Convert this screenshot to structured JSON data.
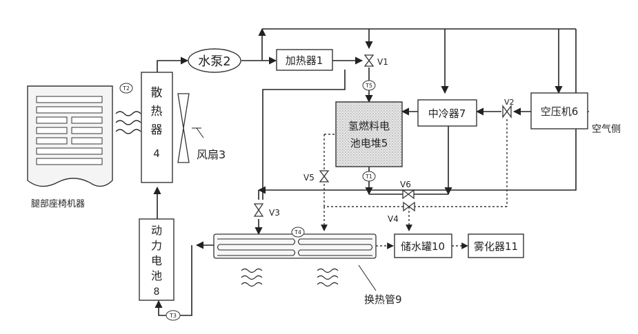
{
  "components": {
    "heater": "加热器1",
    "water_pump": "水泵2",
    "fan": "风扇3",
    "radiator": [
      "散",
      "热",
      "器",
      "4"
    ],
    "fuel_cell": [
      "氢燃料电",
      "池电堆5"
    ],
    "compressor": "空压机6",
    "intercooler": "中冷器7",
    "battery": [
      "动",
      "力",
      "电",
      "池",
      "8"
    ],
    "heat_exchanger": "换热管9",
    "water_tank": "储水罐10",
    "atomizer": "雾化器11",
    "machine": "腿部座椅机器",
    "air_side": "空气侧"
  },
  "valves": {
    "v1": "V1",
    "v2": "V2",
    "v3": "V3",
    "v4": "V4",
    "v5": "V5",
    "v6": "V6"
  },
  "sensors": {
    "t1": "T1",
    "t2": "T2",
    "t3": "T3",
    "t4": "T4",
    "t5": "T5"
  }
}
